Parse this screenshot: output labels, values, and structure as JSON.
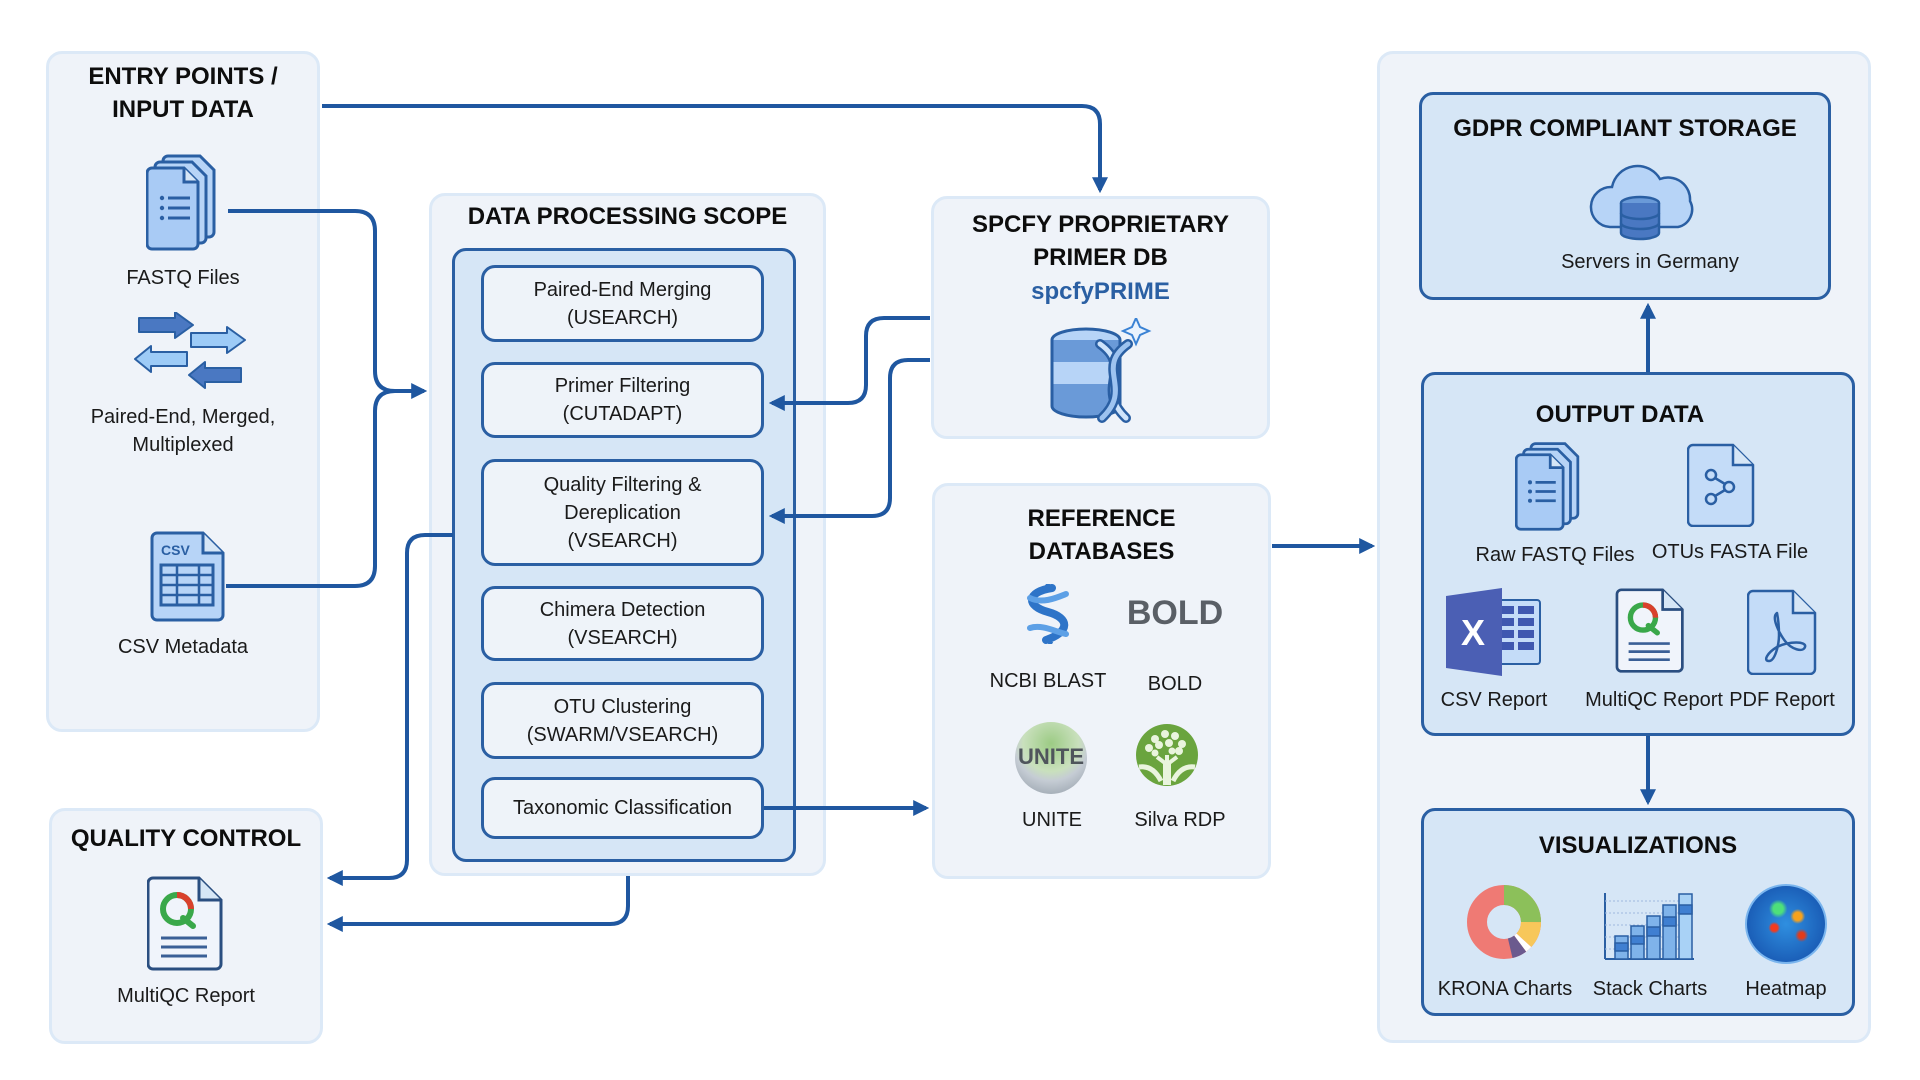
{
  "entry": {
    "title": "ENTRY POINTS /\nINPUT DATA",
    "items": [
      {
        "label": "FASTQ Files",
        "icon": "stacked-documents-icon"
      },
      {
        "label": "Paired-End, Merged,\nMultiplexed",
        "icon": "bidirectional-arrows-icon"
      },
      {
        "label": "CSV Metadata",
        "icon": "csv-file-icon"
      }
    ]
  },
  "quality_control": {
    "title": "QUALITY CONTROL",
    "items": [
      {
        "label": "MultiQC Report",
        "icon": "multiqc-report-icon"
      }
    ]
  },
  "processing": {
    "title": "DATA PROCESSING SCOPE",
    "steps": [
      {
        "label": "Paired-End Merging\n(USEARCH)"
      },
      {
        "label": "Primer Filtering\n(CUTADAPT)"
      },
      {
        "label": "Quality Filtering &\nDereplication\n(VSEARCH)"
      },
      {
        "label": "Chimera Detection\n(VSEARCH)"
      },
      {
        "label": "OTU Clustering\n(SWARM/VSEARCH)"
      },
      {
        "label": "Taxonomic Classification"
      }
    ]
  },
  "primer_db": {
    "title": "SPCFY PROPRIETARY\nPRIMER DB",
    "subtitle": "spcfyPRIME",
    "icon": "database-dna-icon"
  },
  "reference_db": {
    "title": "REFERENCE\nDATABASES",
    "items": [
      {
        "label": "NCBI BLAST",
        "icon": "ncbi-blast-logo"
      },
      {
        "label": "BOLD",
        "icon": "bold-logo",
        "logo_text": "BOLD"
      },
      {
        "label": "UNITE",
        "icon": "unite-logo",
        "logo_text": "UNITE"
      },
      {
        "label": "Silva RDP",
        "icon": "silva-tree-logo"
      }
    ]
  },
  "storage": {
    "title": "GDPR COMPLIANT STORAGE",
    "caption": "Servers in Germany",
    "icon": "cloud-database-icon"
  },
  "output": {
    "title": "OUTPUT DATA",
    "items": [
      {
        "label": "Raw FASTQ Files",
        "icon": "stacked-documents-icon"
      },
      {
        "label": "OTUs FASTA File",
        "icon": "fasta-share-file-icon"
      },
      {
        "label": "CSV Report",
        "icon": "excel-icon",
        "glyph": "X"
      },
      {
        "label": "MultiQC Report",
        "icon": "multiqc-report-icon"
      },
      {
        "label": "PDF Report",
        "icon": "pdf-file-icon"
      }
    ]
  },
  "visualizations": {
    "title": "VISUALIZATIONS",
    "items": [
      {
        "label": "KRONA Charts",
        "icon": "donut-chart-icon"
      },
      {
        "label": "Stack Charts",
        "icon": "stacked-bar-chart-icon"
      },
      {
        "label": "Heatmap",
        "icon": "globe-heatmap-icon"
      }
    ]
  },
  "csv_icon_text": "CSV",
  "colors": {
    "connector": "#1f57a0",
    "panel_bg": "#eff3f9",
    "panel_border": "#dce9f7",
    "box_bg": "#d6e6f6",
    "box_border": "#2a5fa3",
    "accent_text": "#2a5fa3",
    "icon_fill_light": "#b7d4f7",
    "icon_fill_dark": "#4a78c2"
  }
}
